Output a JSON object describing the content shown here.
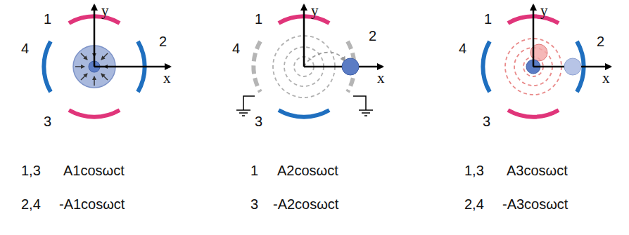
{
  "diagram": {
    "labels": [
      "1",
      "y",
      "4",
      "2",
      "x",
      "3",
      "1,3",
      "A1cosωct",
      "2,4",
      "-A1cosωct",
      "1",
      "y",
      "4",
      "2",
      "x",
      "3",
      "1",
      "A2cosωct",
      "3",
      "-A2cosωct",
      "1",
      "y",
      "4",
      "2",
      "x",
      "3",
      "1,3",
      "A3cosωct",
      "2,4",
      "-A3cosωct"
    ]
  }
}
